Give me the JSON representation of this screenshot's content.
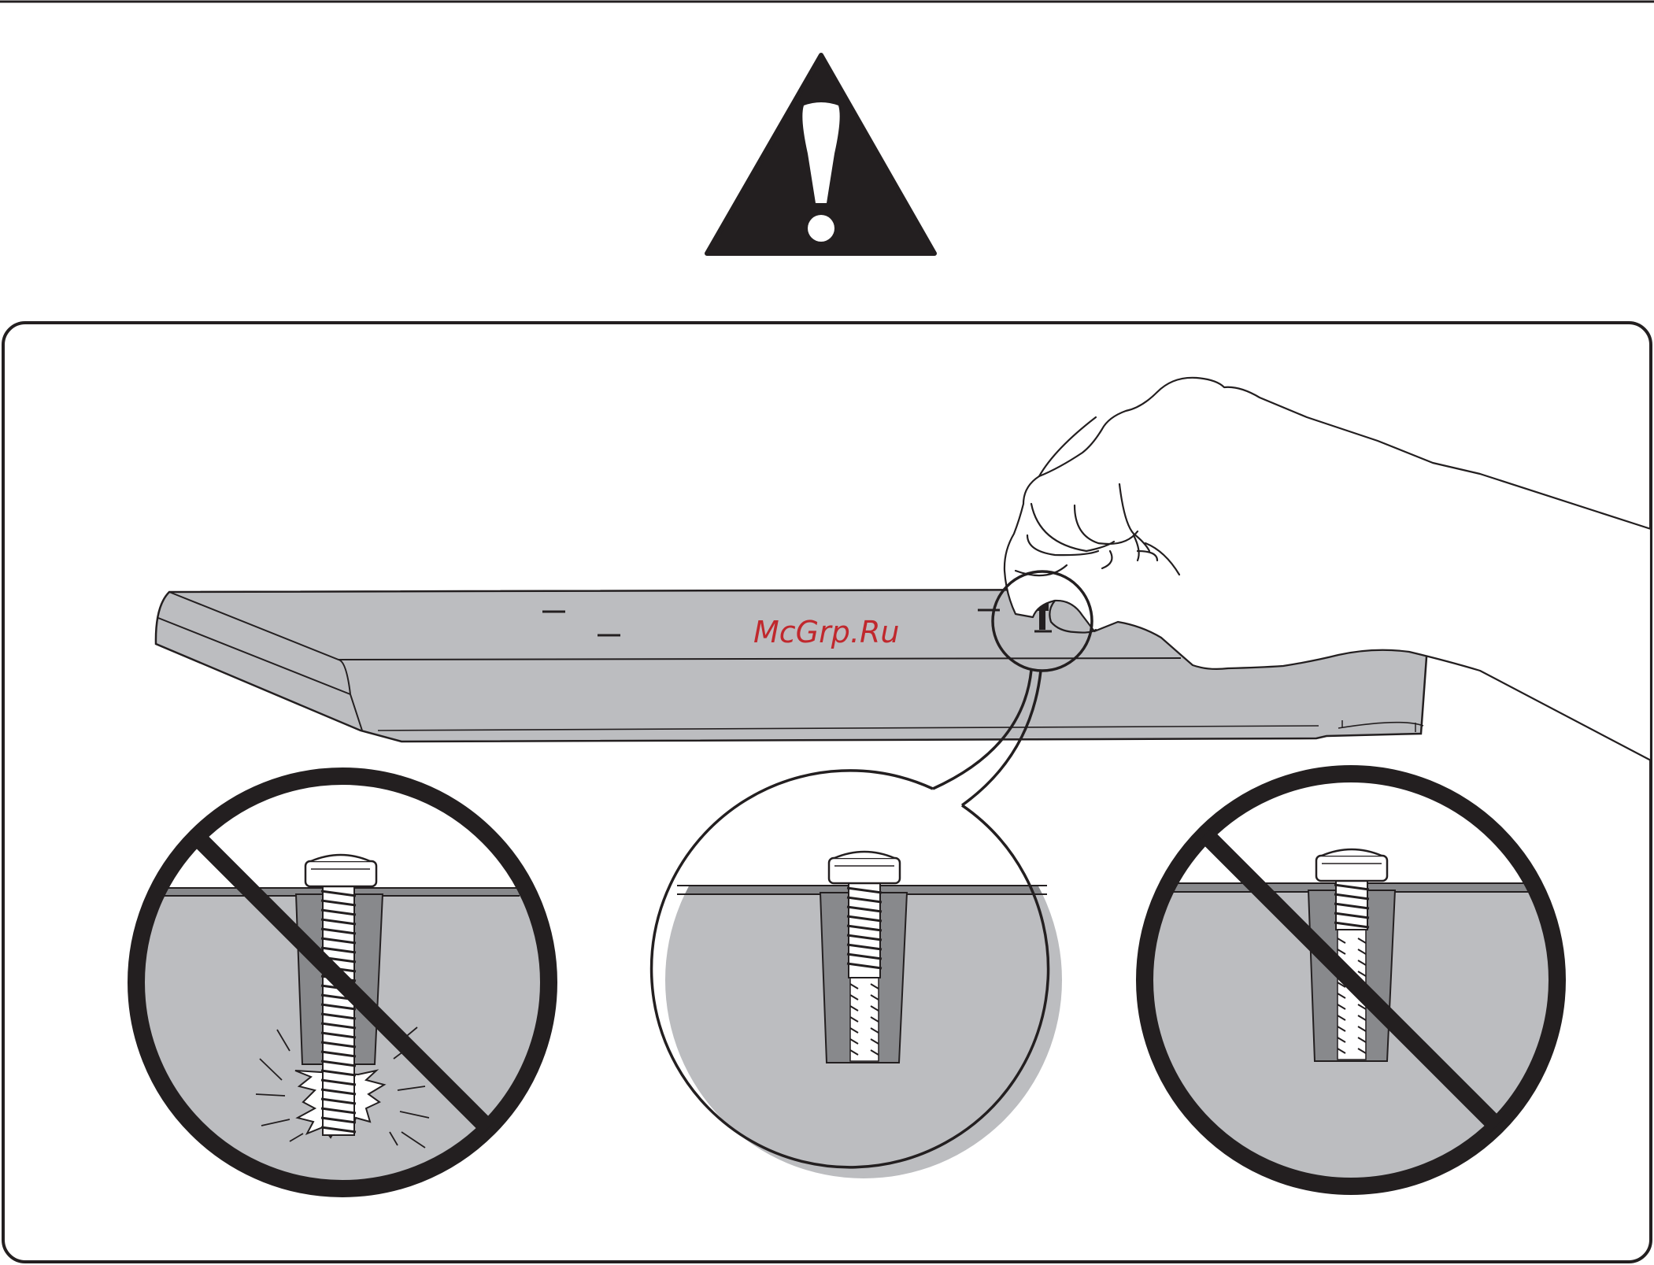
{
  "watermark": {
    "text": "McGrp.Ru",
    "color": "#c0282d"
  },
  "colors": {
    "ink": "#231f20",
    "board": "#bcbdc0",
    "insert": "#88898c",
    "white": "#ffffff"
  },
  "icons": {
    "warning": "warning-triangle-icon",
    "prohibited": "prohibited-icon"
  },
  "panels": [
    {
      "id": "too-long",
      "status": "prohibited"
    },
    {
      "id": "correct",
      "status": "correct"
    },
    {
      "id": "too-short",
      "status": "prohibited"
    }
  ]
}
